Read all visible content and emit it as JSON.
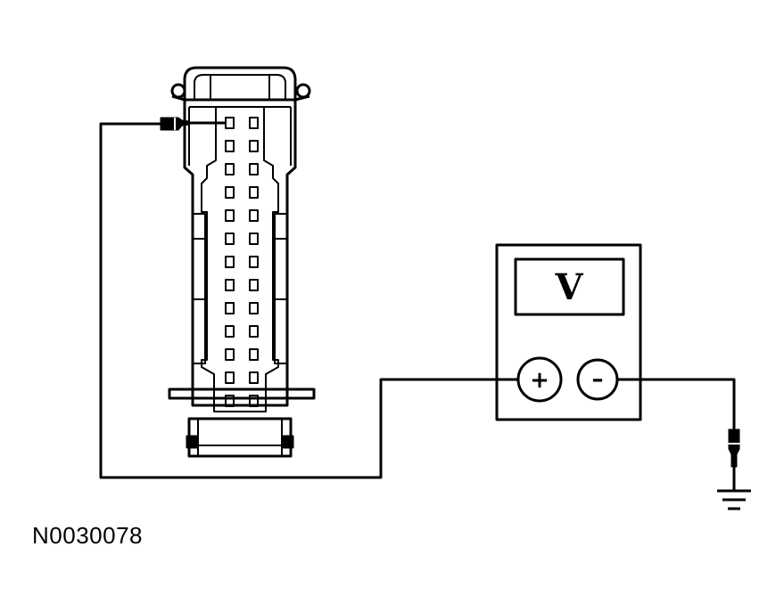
{
  "figure_id": "N0030078",
  "meter": {
    "display_unit": "V",
    "positive_jack": "+",
    "negative_jack": "–"
  },
  "connector": {
    "pin_rows": 13,
    "pin_columns": 2
  }
}
